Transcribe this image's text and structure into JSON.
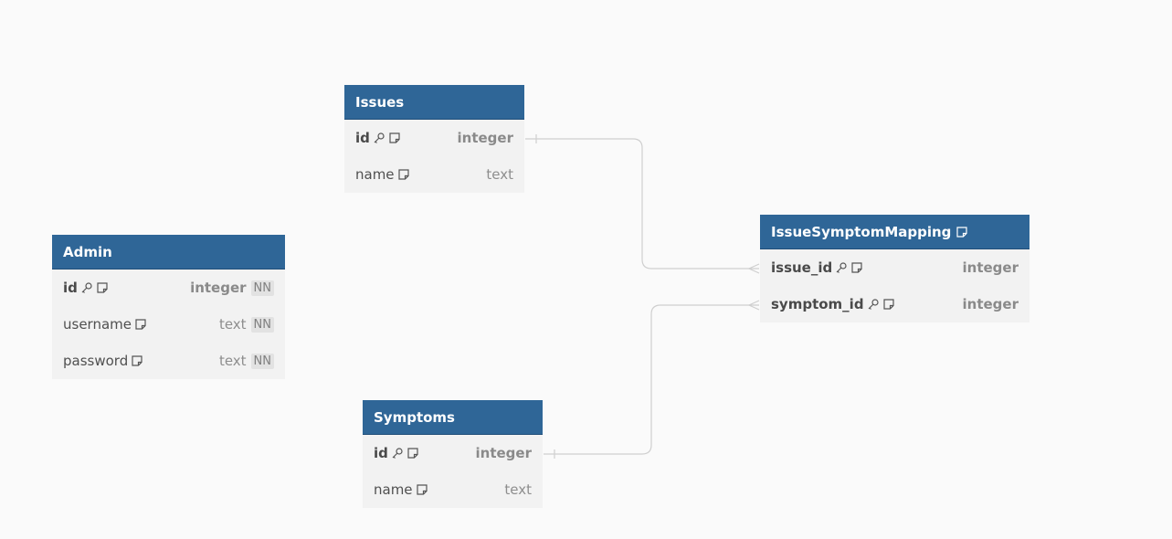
{
  "tables": {
    "issues": {
      "title": "Issues",
      "rows": [
        {
          "name": "id",
          "type": "integer"
        },
        {
          "name": "name",
          "type": "text"
        }
      ]
    },
    "admin": {
      "title": "Admin",
      "rows": [
        {
          "name": "id",
          "type": "integer",
          "flag": "NN"
        },
        {
          "name": "username",
          "type": "text",
          "flag": "NN"
        },
        {
          "name": "password",
          "type": "text",
          "flag": "NN"
        }
      ]
    },
    "mapping": {
      "title": "IssueSymptomMapping",
      "rows": [
        {
          "name": "issue_id",
          "type": "integer"
        },
        {
          "name": "symptom_id",
          "type": "integer"
        }
      ]
    },
    "symptoms": {
      "title": "Symptoms",
      "rows": [
        {
          "name": "id",
          "type": "integer"
        },
        {
          "name": "name",
          "type": "text"
        }
      ]
    }
  },
  "colors": {
    "header": "#2f6697",
    "body": "#f2f2f2",
    "connector": "#cfcfcf",
    "background": "#fafafa"
  }
}
